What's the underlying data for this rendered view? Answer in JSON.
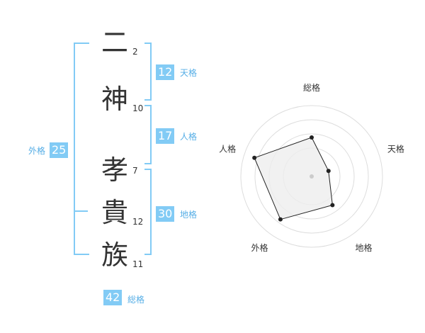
{
  "name": {
    "chars": [
      {
        "char": "二",
        "strokes": "2"
      },
      {
        "char": "神",
        "strokes": "10"
      },
      {
        "char": "孝",
        "strokes": "7"
      },
      {
        "char": "貴",
        "strokes": "12"
      },
      {
        "char": "族",
        "strokes": "11"
      }
    ]
  },
  "fortunes": {
    "tenkaku": {
      "value": "12",
      "label": "天格"
    },
    "jinkaku": {
      "value": "17",
      "label": "人格"
    },
    "chikaku": {
      "value": "30",
      "label": "地格"
    },
    "gaikaku": {
      "value": "25",
      "label": "外格"
    },
    "soukaku": {
      "value": "42",
      "label": "総格"
    }
  },
  "radar": {
    "axes": [
      "総格",
      "天格",
      "地格",
      "外格",
      "人格"
    ],
    "values": [
      0.55,
      0.25,
      0.5,
      0.75,
      0.85
    ],
    "colors": {
      "fill": "#eeeeee",
      "stroke": "#222222",
      "ring": "#dddddd",
      "center": "#cccccc"
    }
  },
  "colors": {
    "accent": "#82cbf5",
    "label": "#56aee6"
  }
}
